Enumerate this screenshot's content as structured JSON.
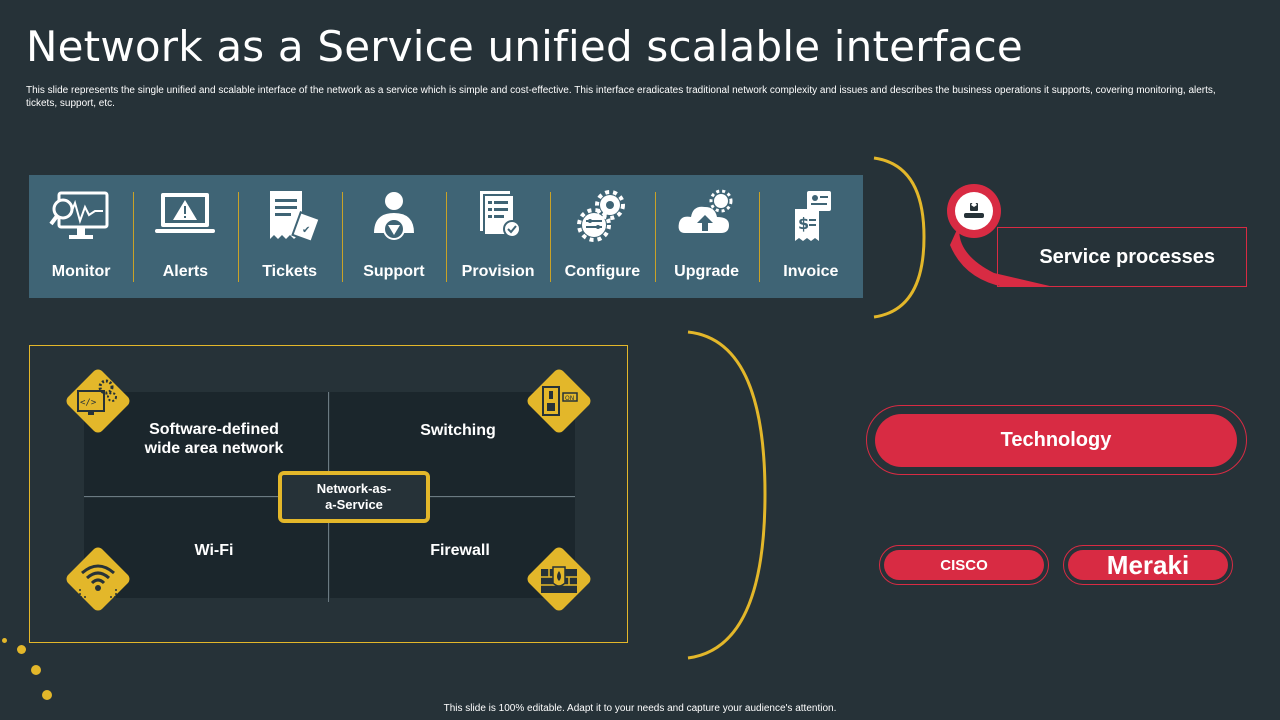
{
  "title": "Network as a Service unified scalable interface",
  "subtitle": "This slide represents the single unified and scalable interface of the network as a service which is simple and cost-effective. This interface eradicates traditional network complexity and issues and describes the business operations it supports, covering monitoring,  alerts, tickets, support, etc.",
  "services": [
    {
      "label": "Monitor",
      "icon": "monitor-icon"
    },
    {
      "label": "Alerts",
      "icon": "alert-laptop-icon"
    },
    {
      "label": "Tickets",
      "icon": "tickets-icon"
    },
    {
      "label": "Support",
      "icon": "support-person-icon"
    },
    {
      "label": "Provision",
      "icon": "provision-document-icon"
    },
    {
      "label": "Configure",
      "icon": "gears-icon"
    },
    {
      "label": "Upgrade",
      "icon": "cloud-upgrade-icon"
    },
    {
      "label": "Invoice",
      "icon": "invoice-icon"
    }
  ],
  "diagram": {
    "center": "Network-as-\na-Service",
    "top_left": "Software-defined\nwide area network",
    "top_right": "Switching",
    "bottom_left": "Wi-Fi",
    "bottom_right": "Firewall"
  },
  "right": {
    "service_processes": "Service processes",
    "technology": "Technology",
    "cisco": "CISCO",
    "meraki": "Meraki"
  },
  "colors": {
    "background": "#263238",
    "bar": "#3f6475",
    "accent_yellow": "#e3b72a",
    "accent_red": "#d82b43"
  },
  "footer": "This slide is 100% editable.  Adapt it to your needs and capture your audience's attention."
}
